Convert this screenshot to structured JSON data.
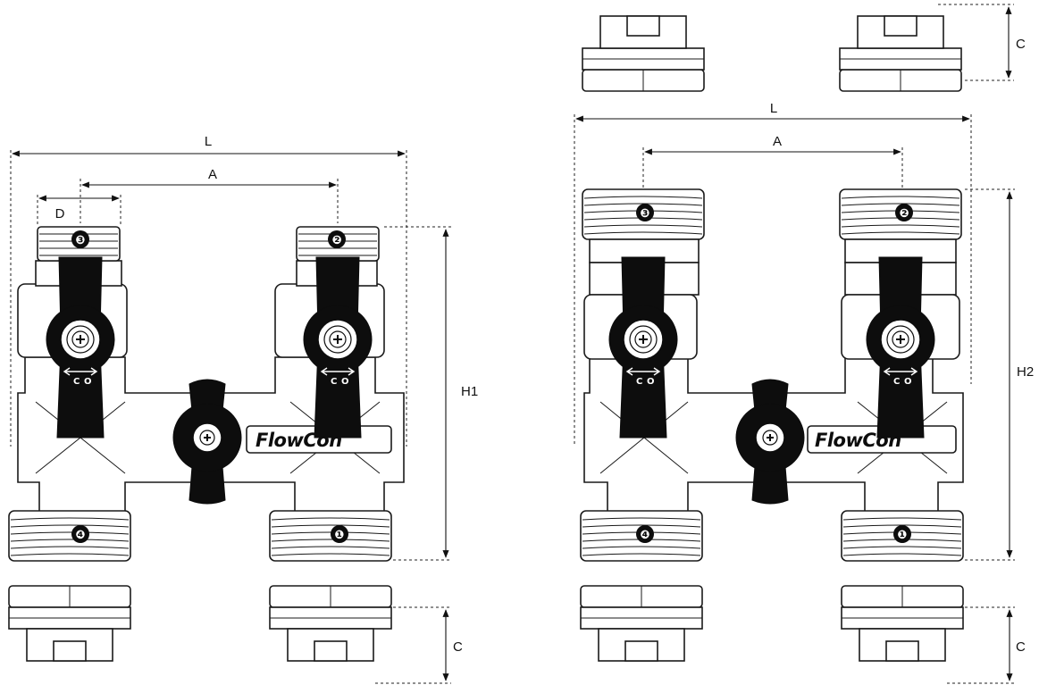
{
  "brand": {
    "logo_text": "FlowCon"
  },
  "dimensions": {
    "L": "L",
    "A": "A",
    "D": "D",
    "C": "C",
    "H1": "H1",
    "H2": "H2"
  },
  "ports": [
    "❶",
    "❷",
    "❸",
    "❹"
  ],
  "handle_marking": {
    "close": "C",
    "open": "O"
  },
  "colors": {
    "line": "#1a1a1a",
    "handle": "#0d0d0d",
    "background": "#ffffff"
  }
}
